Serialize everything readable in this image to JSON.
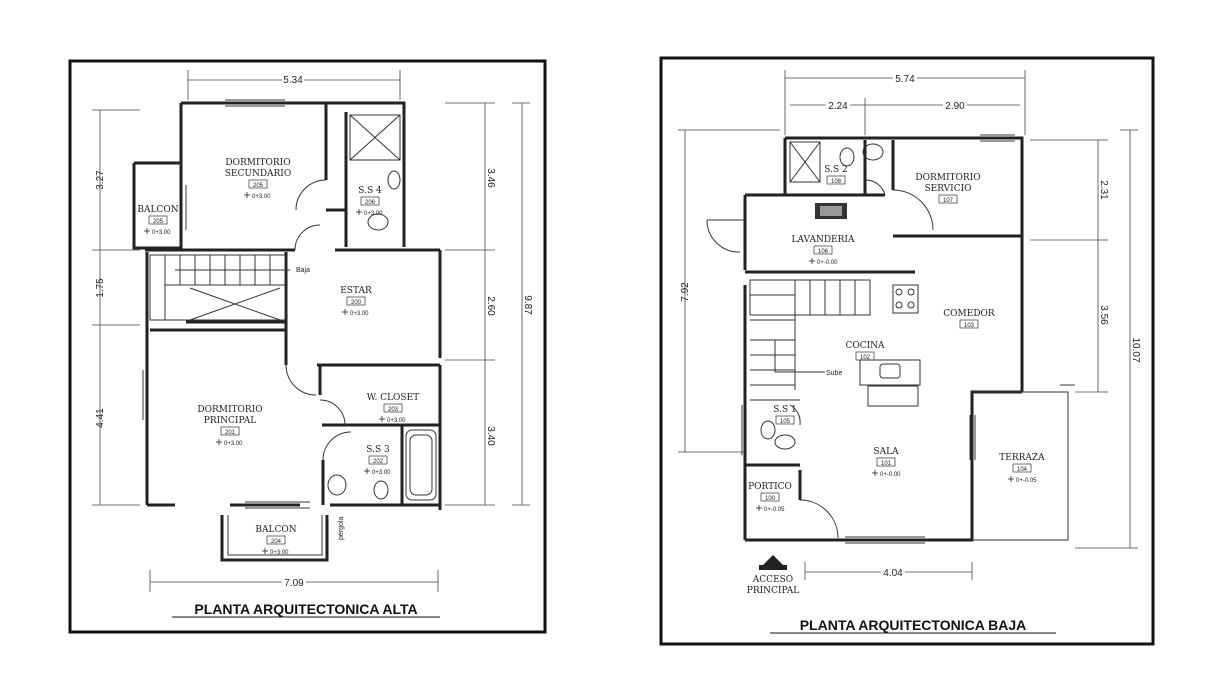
{
  "sheets": {
    "alta": {
      "title": "PLANTA ARQUITECTONICA ALTA",
      "dims": {
        "top": "5.34",
        "bottom": "7.09",
        "left1": "3.27",
        "left2": "1.75",
        "left3": "4.41",
        "right1": "3.46",
        "right2": "2.60",
        "right3": "3.40",
        "overall": "9.87"
      },
      "rooms": [
        {
          "name": "DORMITORIO\nSECUNDARIO",
          "code": "205",
          "level": "0+3.00"
        },
        {
          "name": "S.S 4",
          "code": "206",
          "level": "0+3.00"
        },
        {
          "name": "BALCON",
          "code": "205",
          "level": "0+3.00"
        },
        {
          "name": "ESTAR",
          "code": "200",
          "level": "0+3.00"
        },
        {
          "name": "W. CLOSET",
          "code": "203",
          "level": "0+3.00"
        },
        {
          "name": "DORMITORIO\nPRINCIPAL",
          "code": "201",
          "level": "0+3.00"
        },
        {
          "name": "S.S 3",
          "code": "202",
          "level": "0+3.00"
        },
        {
          "name": "BALCON",
          "code": "204",
          "level": "0+3.00"
        }
      ],
      "notes": {
        "baja": "Baja",
        "pergola": "pérgola"
      }
    },
    "baja": {
      "title": "PLANTA ARQUITECTONICA BAJA",
      "dims": {
        "top": "5.74",
        "top_a": "2.24",
        "top_b": "2.90",
        "left": "7.92",
        "right1": "2.31",
        "right2": "3.56",
        "overall": "10.07",
        "bottom": "4.04"
      },
      "rooms": [
        {
          "name": "S.S 2",
          "code": "108",
          "level": ""
        },
        {
          "name": "DORMITORIO\nSERVICIO",
          "code": "107",
          "level": ""
        },
        {
          "name": "LAVANDERIA",
          "code": "106",
          "level": "0+-0.00"
        },
        {
          "name": "COMEDOR",
          "code": "103",
          "level": ""
        },
        {
          "name": "COCINA",
          "code": "102",
          "level": ""
        },
        {
          "name": "S.S 1",
          "code": "105",
          "level": ""
        },
        {
          "name": "SALA",
          "code": "101",
          "level": "0+-0.00"
        },
        {
          "name": "TERRAZA",
          "code": "104",
          "level": "0+-0.05"
        },
        {
          "name": "PORTICO",
          "code": "100",
          "level": "0+-0.05"
        }
      ],
      "notes": {
        "sube": "Sube",
        "access_1": "ACCESO",
        "access_2": "PRINCIPAL"
      }
    }
  }
}
